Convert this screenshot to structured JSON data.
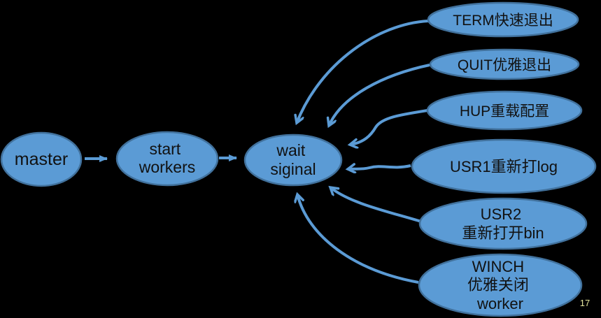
{
  "slide": {
    "number": "17"
  },
  "theme": {
    "background_color": "#000000",
    "node_fill_color": "#5b9bd5",
    "node_border_color": "#41719c",
    "arrow_color": "#5b9bd5",
    "text_color": "#111111",
    "slide_number_color": "#e3e39b"
  },
  "diagram": {
    "nodes": {
      "master": {
        "label": "master"
      },
      "start_workers": {
        "line1": "start",
        "line2": "workers"
      },
      "wait_signal": {
        "line1": "wait",
        "line2": "siginal"
      },
      "term": {
        "label": "TERM快速退出"
      },
      "quit": {
        "label": "QUIT优雅退出"
      },
      "hup": {
        "label": "HUP重载配置"
      },
      "usr1": {
        "label": "USR1重新打log"
      },
      "usr2": {
        "line1": "USR2",
        "line2": "重新打开bin"
      },
      "winch": {
        "line1": "WINCH",
        "line2": "优雅关闭",
        "line3": "worker"
      }
    }
  }
}
